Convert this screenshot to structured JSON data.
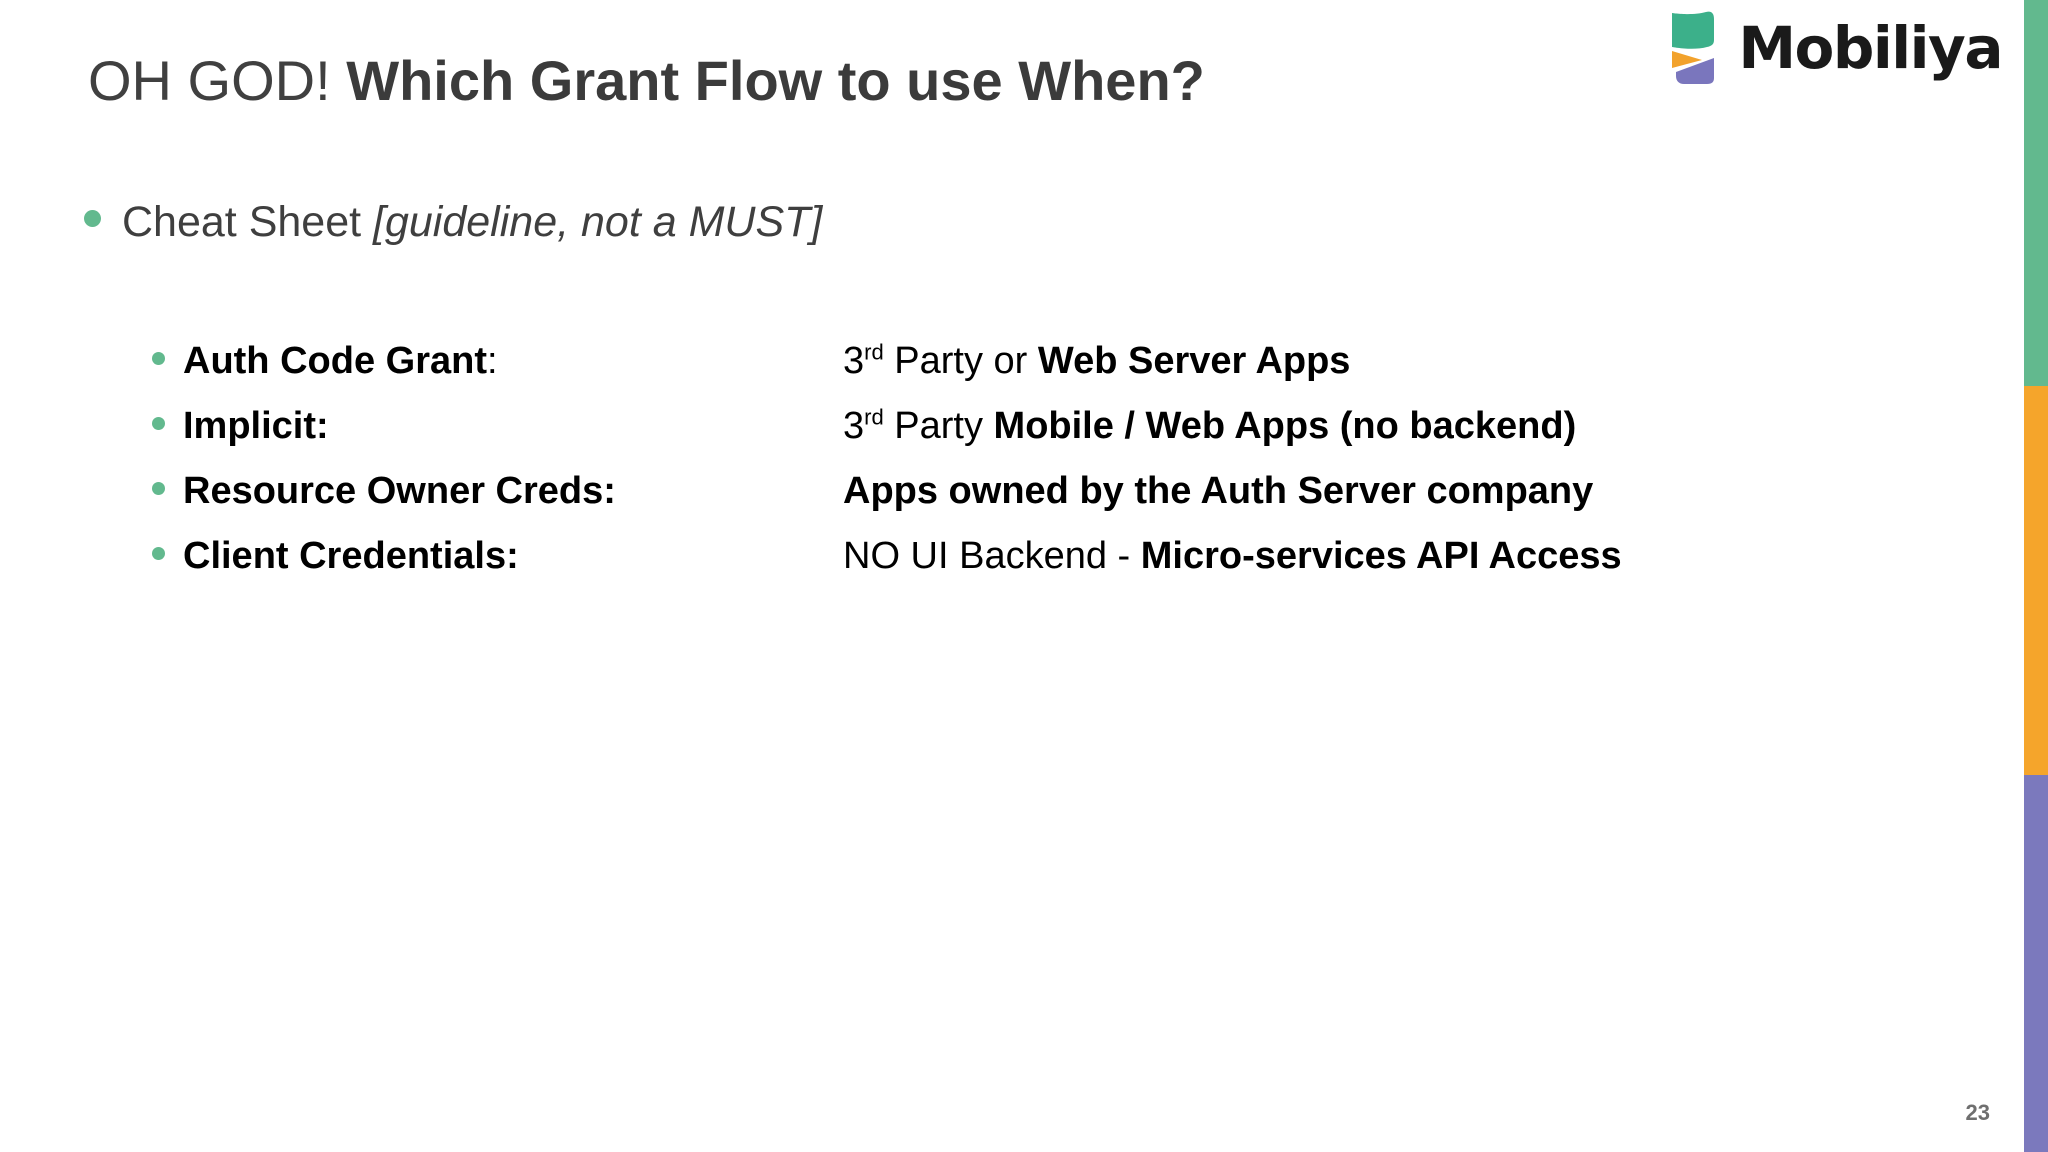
{
  "slide": {
    "page_number": "23",
    "title": {
      "light_part": "OH GOD! ",
      "bold_part": "Which Grant Flow to use When?"
    },
    "intro_bullet": {
      "text": "Cheat Sheet ",
      "italic_note": "[guideline, not a MUST]"
    },
    "cheat_sheet": {
      "rows": [
        {
          "label": "Auth Code Grant",
          "label_suffix": ":",
          "value_prefix": "3",
          "value_sup": "rd",
          "value_regular": " Party or ",
          "value_bold": "Web Server Apps"
        },
        {
          "label": "Implicit:",
          "label_suffix": "",
          "value_prefix": "3",
          "value_sup": "rd",
          "value_regular": " Party ",
          "value_bold": "Mobile / Web Apps (no backend)"
        },
        {
          "label": "Resource Owner Creds:",
          "label_suffix": "",
          "value_prefix": "",
          "value_sup": "",
          "value_regular": "",
          "value_bold": "Apps owned by the Auth Server company"
        },
        {
          "label": "Client Credentials:",
          "label_suffix": "",
          "value_prefix": "",
          "value_sup": "",
          "value_regular": "NO UI Backend - ",
          "value_bold": "Micro-services API Access"
        }
      ]
    },
    "logo": {
      "wordmark": "Mobiliya",
      "mark_colors": {
        "green": "#3cb08a",
        "orange": "#f2a22c",
        "purple": "#7a76bd"
      }
    },
    "edge_bars": {
      "green": "#62b98e",
      "orange": "#f5a52b",
      "purple": "#7b79bd"
    },
    "accent": {
      "bullet_green": "#62b98e",
      "title_gray": "#404040"
    }
  }
}
